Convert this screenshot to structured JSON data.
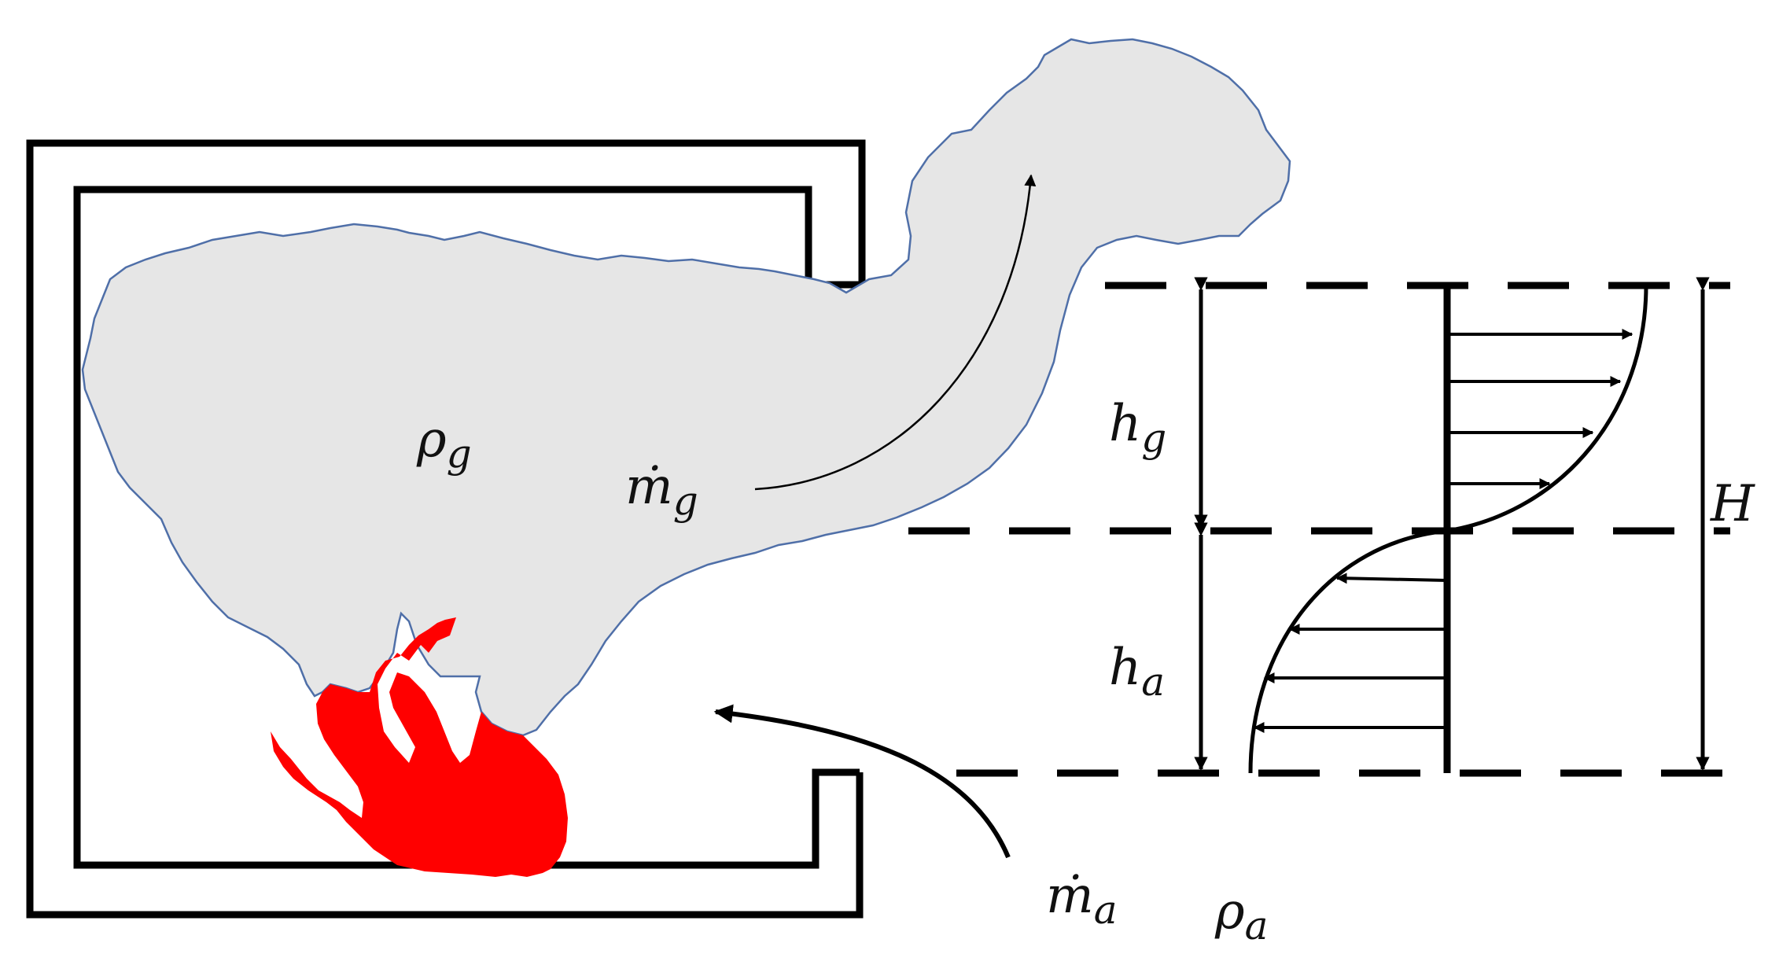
{
  "labels": {
    "rho_g": {
      "base": "ρ",
      "sub": "g"
    },
    "mdot_g": {
      "base": "ṁ",
      "sub": "g"
    },
    "mdot_a": {
      "base": "ṁ",
      "sub": "a"
    },
    "rho_a": {
      "base": "ρ",
      "sub": "a"
    },
    "h_g": {
      "base": "h",
      "sub": "g"
    },
    "h_a": {
      "base": "h",
      "sub": "a"
    },
    "H": {
      "base": "H"
    }
  },
  "colors": {
    "smoke_fill": "#e6e6e6",
    "smoke_outline": "#4f6fa8",
    "flame": "#ff0000",
    "line": "#000000"
  }
}
